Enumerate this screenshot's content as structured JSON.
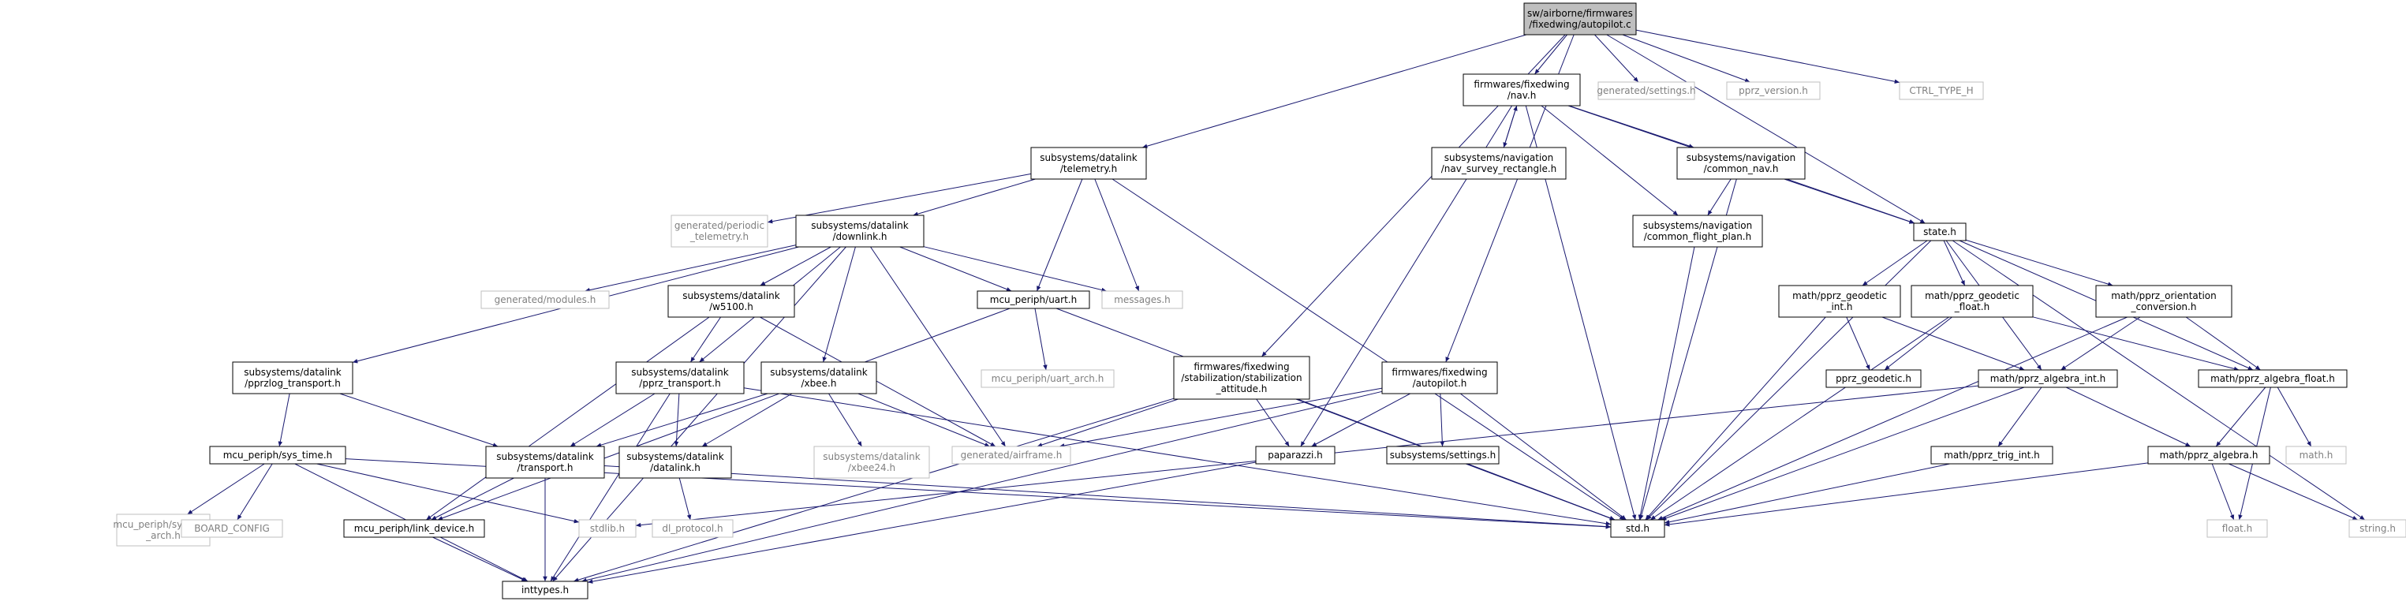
{
  "graph": {
    "colors": {
      "node_fill": "#ffffff",
      "node_border": "#000000",
      "external_border": "#bfbfbf",
      "root_fill": "#bfbfbf",
      "edge": "#191970",
      "external_text": "#808080"
    },
    "nodes": {
      "root": {
        "lines": [
          "sw/airborne/firmwares",
          "/fixedwing/autopilot.c"
        ],
        "type": "root"
      },
      "nav": {
        "lines": [
          "firmwares/fixedwing",
          "/nav.h"
        ],
        "type": "file"
      },
      "gen_settings": {
        "lines": [
          "generated/settings.h"
        ],
        "type": "external"
      },
      "pprz_version": {
        "lines": [
          "pprz_version.h"
        ],
        "type": "external"
      },
      "ctrl_type": {
        "lines": [
          "CTRL_TYPE_H"
        ],
        "type": "external"
      },
      "telemetry": {
        "lines": [
          "subsystems/datalink",
          "/telemetry.h"
        ],
        "type": "file"
      },
      "survey_rect": {
        "lines": [
          "subsystems/navigation",
          "/nav_survey_rectangle.h"
        ],
        "type": "file"
      },
      "common_nav": {
        "lines": [
          "subsystems/navigation",
          "/common_nav.h"
        ],
        "type": "file"
      },
      "periodic_tel": {
        "lines": [
          "generated/periodic",
          "_telemetry.h"
        ],
        "type": "external"
      },
      "downlink": {
        "lines": [
          "subsystems/datalink",
          "/downlink.h"
        ],
        "type": "file"
      },
      "common_fp": {
        "lines": [
          "subsystems/navigation",
          "/common_flight_plan.h"
        ],
        "type": "file"
      },
      "state": {
        "lines": [
          "state.h"
        ],
        "type": "file"
      },
      "gen_modules": {
        "lines": [
          "generated/modules.h"
        ],
        "type": "external"
      },
      "w5100": {
        "lines": [
          "subsystems/datalink",
          "/w5100.h"
        ],
        "type": "file"
      },
      "uart": {
        "lines": [
          "mcu_periph/uart.h"
        ],
        "type": "file"
      },
      "messages": {
        "lines": [
          "messages.h"
        ],
        "type": "external"
      },
      "geo_int": {
        "lines": [
          "math/pprz_geodetic",
          "_int.h"
        ],
        "type": "file"
      },
      "geo_float": {
        "lines": [
          "math/pprz_geodetic",
          "_float.h"
        ],
        "type": "file"
      },
      "orient": {
        "lines": [
          "math/pprz_orientation",
          "_conversion.h"
        ],
        "type": "file"
      },
      "stab_att": {
        "lines": [
          "firmwares/fixedwing",
          "/stabilization/stabilization",
          "_attitude.h"
        ],
        "type": "file"
      },
      "fw_autopilot": {
        "lines": [
          "firmwares/fixedwing",
          "/autopilot.h"
        ],
        "type": "file"
      },
      "pprzlog": {
        "lines": [
          "subsystems/datalink",
          "/pprzlog_transport.h"
        ],
        "type": "file"
      },
      "pprz_transport": {
        "lines": [
          "subsystems/datalink",
          "/pprz_transport.h"
        ],
        "type": "file"
      },
      "xbee": {
        "lines": [
          "subsystems/datalink",
          "/xbee.h"
        ],
        "type": "file"
      },
      "uart_arch": {
        "lines": [
          "mcu_periph/uart_arch.h"
        ],
        "type": "external"
      },
      "pprz_geodetic": {
        "lines": [
          "pprz_geodetic.h"
        ],
        "type": "file"
      },
      "alg_int": {
        "lines": [
          "math/pprz_algebra_int.h"
        ],
        "type": "file"
      },
      "alg_float": {
        "lines": [
          "math/pprz_algebra_float.h"
        ],
        "type": "file"
      },
      "sys_time": {
        "lines": [
          "mcu_periph/sys_time.h"
        ],
        "type": "file"
      },
      "transport": {
        "lines": [
          "subsystems/datalink",
          "/transport.h"
        ],
        "type": "file"
      },
      "dl_datalink": {
        "lines": [
          "subsystems/datalink",
          "/datalink.h"
        ],
        "type": "file"
      },
      "xbee24": {
        "lines": [
          "subsystems/datalink",
          "/xbee24.h"
        ],
        "type": "external"
      },
      "gen_airframe": {
        "lines": [
          "generated/airframe.h"
        ],
        "type": "external"
      },
      "paparazzi": {
        "lines": [
          "paparazzi.h"
        ],
        "type": "file"
      },
      "sub_settings": {
        "lines": [
          "subsystems/settings.h"
        ],
        "type": "file"
      },
      "trig_int": {
        "lines": [
          "math/pprz_trig_int.h"
        ],
        "type": "file"
      },
      "pprz_algebra": {
        "lines": [
          "math/pprz_algebra.h"
        ],
        "type": "file"
      },
      "math_h": {
        "lines": [
          "math.h"
        ],
        "type": "external"
      },
      "sys_time_arch": {
        "lines": [
          "mcu_periph/sys_time",
          "_arch.h"
        ],
        "type": "external"
      },
      "board_config": {
        "lines": [
          "BOARD_CONFIG"
        ],
        "type": "external"
      },
      "stdlib": {
        "lines": [
          "stdlib.h"
        ],
        "type": "external"
      },
      "link_device": {
        "lines": [
          "mcu_periph/link_device.h"
        ],
        "type": "file"
      },
      "dl_protocol": {
        "lines": [
          "dl_protocol.h"
        ],
        "type": "external"
      },
      "std_h": {
        "lines": [
          "std.h"
        ],
        "type": "file"
      },
      "float_h": {
        "lines": [
          "float.h"
        ],
        "type": "external"
      },
      "string_h": {
        "lines": [
          "string.h"
        ],
        "type": "external"
      },
      "inttypes": {
        "lines": [
          "inttypes.h"
        ],
        "type": "file"
      }
    },
    "edges": [
      [
        "root",
        "nav"
      ],
      [
        "root",
        "gen_settings"
      ],
      [
        "root",
        "pprz_version"
      ],
      [
        "root",
        "ctrl_type"
      ],
      [
        "root",
        "telemetry"
      ],
      [
        "root",
        "state"
      ],
      [
        "root",
        "stab_att"
      ],
      [
        "root",
        "fw_autopilot"
      ],
      [
        "nav",
        "survey_rect"
      ],
      [
        "survey_rect",
        "nav"
      ],
      [
        "nav",
        "common_nav"
      ],
      [
        "nav",
        "common_fp"
      ],
      [
        "nav",
        "state"
      ],
      [
        "nav",
        "std_h"
      ],
      [
        "nav",
        "paparazzi"
      ],
      [
        "common_nav",
        "common_fp"
      ],
      [
        "common_nav",
        "state"
      ],
      [
        "common_nav",
        "std_h"
      ],
      [
        "common_fp",
        "std_h"
      ],
      [
        "telemetry",
        "periodic_tel"
      ],
      [
        "telemetry",
        "downlink"
      ],
      [
        "telemetry",
        "uart"
      ],
      [
        "telemetry",
        "messages"
      ],
      [
        "telemetry",
        "std_h"
      ],
      [
        "downlink",
        "gen_modules"
      ],
      [
        "downlink",
        "messages"
      ],
      [
        "downlink",
        "uart"
      ],
      [
        "downlink",
        "w5100"
      ],
      [
        "downlink",
        "pprzlog"
      ],
      [
        "downlink",
        "pprz_transport"
      ],
      [
        "downlink",
        "xbee"
      ],
      [
        "downlink",
        "gen_airframe"
      ],
      [
        "downlink",
        "inttypes"
      ],
      [
        "w5100",
        "pprz_transport"
      ],
      [
        "w5100",
        "link_device"
      ],
      [
        "w5100",
        "gen_airframe"
      ],
      [
        "uart",
        "uart_arch"
      ],
      [
        "uart",
        "std_h"
      ],
      [
        "uart",
        "link_device"
      ],
      [
        "pprzlog",
        "sys_time"
      ],
      [
        "pprzlog",
        "transport"
      ],
      [
        "pprz_transport",
        "transport"
      ],
      [
        "pprz_transport",
        "dl_datalink"
      ],
      [
        "pprz_transport",
        "std_h"
      ],
      [
        "pprz_transport",
        "inttypes"
      ],
      [
        "xbee",
        "transport"
      ],
      [
        "xbee",
        "dl_datalink"
      ],
      [
        "xbee",
        "xbee24"
      ],
      [
        "xbee",
        "gen_airframe"
      ],
      [
        "sys_time",
        "sys_time_arch"
      ],
      [
        "sys_time",
        "board_config"
      ],
      [
        "sys_time",
        "stdlib"
      ],
      [
        "sys_time",
        "std_h"
      ],
      [
        "sys_time",
        "inttypes"
      ],
      [
        "transport",
        "link_device"
      ],
      [
        "transport",
        "inttypes"
      ],
      [
        "transport",
        "std_h"
      ],
      [
        "dl_datalink",
        "dl_protocol"
      ],
      [
        "link_device",
        "inttypes"
      ],
      [
        "stab_att",
        "gen_airframe"
      ],
      [
        "stab_att",
        "paparazzi"
      ],
      [
        "stab_att",
        "std_h"
      ],
      [
        "stab_att",
        "inttypes"
      ],
      [
        "fw_autopilot",
        "gen_airframe"
      ],
      [
        "fw_autopilot",
        "paparazzi"
      ],
      [
        "fw_autopilot",
        "sub_settings"
      ],
      [
        "fw_autopilot",
        "std_h"
      ],
      [
        "fw_autopilot",
        "inttypes"
      ],
      [
        "paparazzi",
        "inttypes"
      ],
      [
        "sub_settings",
        "std_h"
      ],
      [
        "state",
        "std_h"
      ],
      [
        "state",
        "geo_int"
      ],
      [
        "state",
        "geo_float"
      ],
      [
        "state",
        "orient"
      ],
      [
        "state",
        "alg_int"
      ],
      [
        "state",
        "alg_float"
      ],
      [
        "state",
        "string_h"
      ],
      [
        "geo_int",
        "pprz_geodetic"
      ],
      [
        "geo_int",
        "alg_int"
      ],
      [
        "geo_int",
        "std_h"
      ],
      [
        "geo_float",
        "pprz_geodetic"
      ],
      [
        "geo_float",
        "alg_float"
      ],
      [
        "geo_float",
        "std_h"
      ],
      [
        "orient",
        "alg_int"
      ],
      [
        "orient",
        "alg_float"
      ],
      [
        "orient",
        "std_h"
      ],
      [
        "alg_int",
        "trig_int"
      ],
      [
        "alg_int",
        "pprz_algebra"
      ],
      [
        "alg_int",
        "std_h"
      ],
      [
        "alg_int",
        "stdlib"
      ],
      [
        "alg_float",
        "pprz_algebra"
      ],
      [
        "alg_float",
        "math_h"
      ],
      [
        "alg_float",
        "float_h"
      ],
      [
        "trig_int",
        "std_h"
      ],
      [
        "pprz_algebra",
        "float_h"
      ],
      [
        "pprz_algebra",
        "string_h"
      ],
      [
        "pprz_algebra",
        "std_h"
      ]
    ]
  }
}
